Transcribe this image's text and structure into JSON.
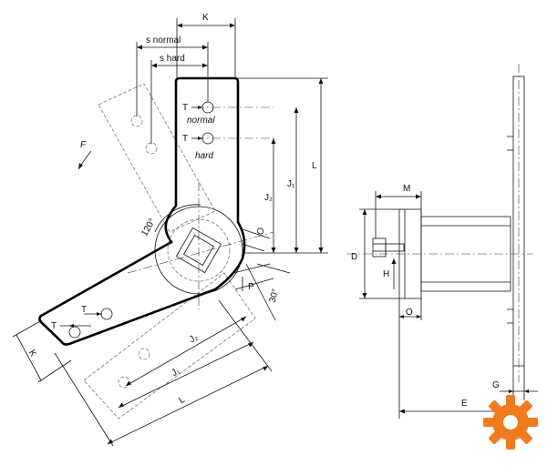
{
  "labels": {
    "K_top": "K",
    "s_normal": "s normal",
    "s_hard": "s hard",
    "T1": "T",
    "normal": "normal",
    "T2": "T",
    "hard": "hard",
    "F": "F",
    "L_right": "L",
    "J1_right": "J₁",
    "J2_right": "J₂",
    "angle": "120°",
    "O_top": "O",
    "P": "P",
    "deg30": "30°",
    "T_lower1": "T",
    "T_lower2": "T",
    "K_lower": "K",
    "J2_lower": "J₂",
    "J1_lower": "J₁",
    "L_lower": "L",
    "M": "M",
    "D": "D",
    "H": "H",
    "O_side": "O",
    "G": "G",
    "E": "E"
  },
  "colors": {
    "line": "#111111",
    "ghost": "#777777",
    "logo": "#f07a1e"
  },
  "icons": {
    "logo": "gear-logo-icon"
  }
}
